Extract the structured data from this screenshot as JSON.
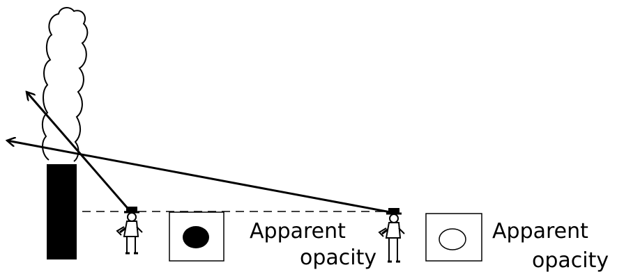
{
  "labels": {
    "near_line1": "Apparent",
    "near_line2": "opacity",
    "far_line1": "Apparent",
    "far_line2": "opacity"
  },
  "colors": {
    "ink": "#000000",
    "background": "#ffffff"
  },
  "icons": {
    "observer": "person-with-hat-icon",
    "smoke": "smoke-plume",
    "stack": "smokestack"
  }
}
